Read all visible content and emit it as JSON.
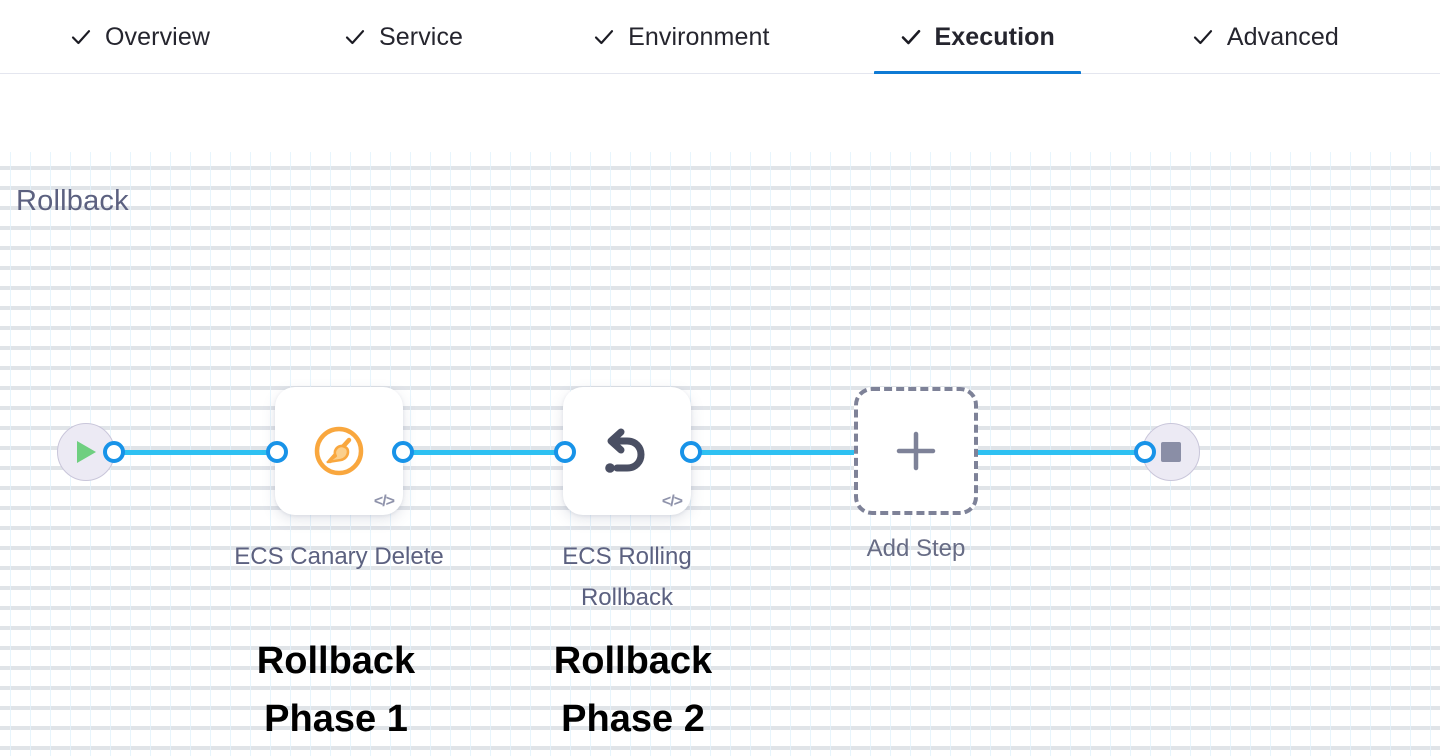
{
  "tabs": [
    {
      "label": "Overview",
      "icon": "check-icon",
      "active": false,
      "complete": true
    },
    {
      "label": "Service",
      "icon": "check-icon",
      "active": false,
      "complete": true
    },
    {
      "label": "Environment",
      "icon": "check-icon",
      "active": false,
      "complete": true
    },
    {
      "label": "Execution",
      "icon": "check-icon",
      "active": true,
      "complete": true
    },
    {
      "label": "Advanced",
      "icon": "check-icon",
      "active": false,
      "complete": true
    }
  ],
  "section": {
    "title": "Rollback"
  },
  "flow": {
    "start_node": {
      "icon": "play-icon"
    },
    "end_node": {
      "icon": "stop-icon"
    },
    "steps": [
      {
        "label": "ECS Canary Delete",
        "icon": "ecs-canary-icon",
        "badge": "</>",
        "annotation": "Rollback\nPhase 1",
        "annotation_line1": "Rollback",
        "annotation_line2": "Phase 1"
      },
      {
        "label": "ECS Rolling Rollback",
        "icon": "undo-arrow-icon",
        "badge": "</>",
        "annotation": "Rollback\nPhase 2",
        "annotation_line1": "Rollback",
        "annotation_line2": "Phase 2"
      }
    ],
    "add_step": {
      "label": "Add Step",
      "icon": "plus-icon"
    }
  },
  "colors": {
    "accent_blue": "#0f7ad4",
    "edge_blue": "#2ec1f2",
    "port_blue": "#1893e8",
    "canary_orange": "#f9a73e",
    "play_green": "#6fcf80",
    "label_gray": "#5c6180",
    "terminal_fill": "#eceaf4"
  }
}
